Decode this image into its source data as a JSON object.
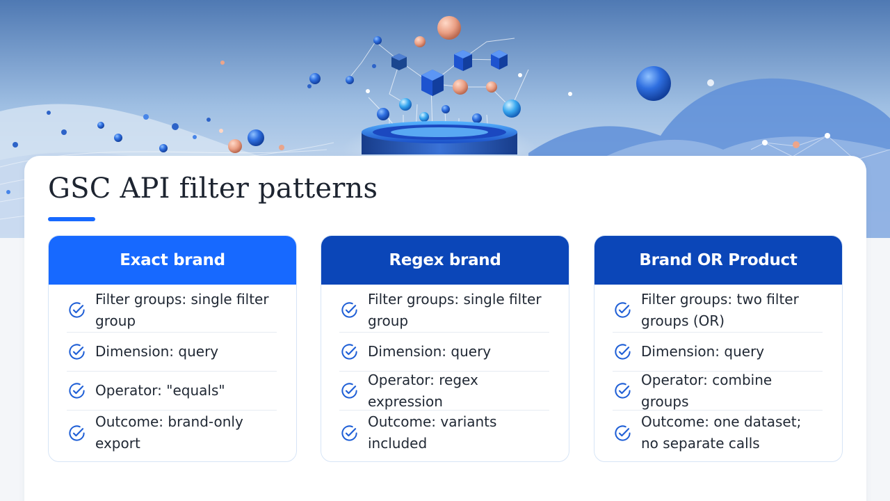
{
  "slide": {
    "title": "GSC API filter patterns"
  },
  "colors": {
    "accent": "#1769ff",
    "header_primary": "#1769ff",
    "header_secondary": "#0b46b8",
    "check": "#1f5fd6"
  },
  "icons": {
    "item_bullet": "check-circle-icon"
  },
  "cards": [
    {
      "title": "Exact brand",
      "items": [
        "Filter groups: single filter group",
        "Dimension: query",
        "Operator: \"equals\"",
        "Outcome: brand-only export"
      ]
    },
    {
      "title": "Regex brand",
      "items": [
        "Filter groups: single filter group",
        "Dimension: query",
        "Operator: regex expression",
        "Outcome: variants included"
      ]
    },
    {
      "title": "Brand OR Product",
      "items": [
        "Filter groups: two filter groups (OR)",
        "Dimension: query",
        "Operator: combine groups",
        "Outcome: one dataset; no separate calls"
      ]
    }
  ]
}
